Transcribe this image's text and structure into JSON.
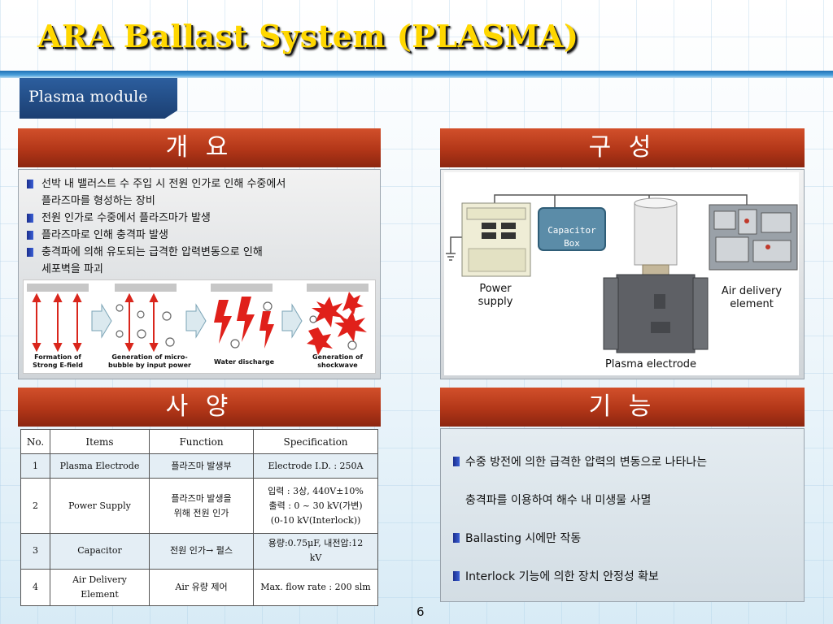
{
  "title": "ARA Ballast System (PLASMA)",
  "subtitle": "Plasma module",
  "colors": {
    "title": "#ffd700",
    "header": "#b23618",
    "tab": "#1b3f72"
  },
  "overview": {
    "header": "개 요",
    "bullets": [
      [
        "선박 내 밸러스트 수 주입 시 전원 인가로 인해 수중에서",
        "플라즈마를 형성하는 장비"
      ],
      [
        "전원 인가로 수중에서 플라즈마가 발생"
      ],
      [
        "플라즈마로 인해 충격파 발생"
      ],
      [
        "충격파에 의해 유도되는 급격한 압력변동으로 인해",
        "세포벽을 파괴"
      ]
    ],
    "stages": [
      [
        "Formation of",
        "Strong E-field"
      ],
      [
        "Generation of micro-",
        "bubble by input power"
      ],
      [
        "Water discharge"
      ],
      [
        "Generation of",
        "shockwave"
      ]
    ]
  },
  "composition": {
    "header": "구 성",
    "capacitor_box": "Capacitor Box",
    "power_supply": [
      "Power",
      "supply"
    ],
    "air_delivery": [
      "Air delivery",
      "element"
    ],
    "plasma_electrode": "Plasma electrode"
  },
  "spec": {
    "header": "사 양",
    "columns": [
      "No.",
      "Items",
      "Function",
      "Specification"
    ],
    "rows": [
      {
        "no": "1",
        "item": [
          "Plasma Electrode"
        ],
        "function": [
          "플라즈마 발생부"
        ],
        "spec": [
          "Electrode I.D. : 250A"
        ]
      },
      {
        "no": "2",
        "item": [
          "Power Supply"
        ],
        "function": [
          "플라즈마 발생을",
          "위해 전원 인가"
        ],
        "spec": [
          "입력 : 3상, 440V±10%",
          "출력 : 0 ~ 30 kV(가변)",
          "(0-10 kV(Interlock))"
        ]
      },
      {
        "no": "3",
        "item": [
          "Capacitor"
        ],
        "function": [
          "전원 인가→ 펄스"
        ],
        "spec": [
          "용량:0.75μF, 내전압:12",
          "kV"
        ]
      },
      {
        "no": "4",
        "item": [
          "Air Delivery",
          "Element"
        ],
        "function": [
          "Air 유량 제어"
        ],
        "spec": [
          "Max. flow rate : 200 slm"
        ]
      }
    ]
  },
  "function": {
    "header": "기 능",
    "items": [
      "수중 방전에 의한 급격한 압력의 변동으로 나타나는",
      "충격파를 이용하여 해수 내 미생물 사멸",
      "Ballasting 시에만 작동",
      "Interlock 기능에 의한 장치 안정성 확보"
    ]
  },
  "page_number": "6"
}
